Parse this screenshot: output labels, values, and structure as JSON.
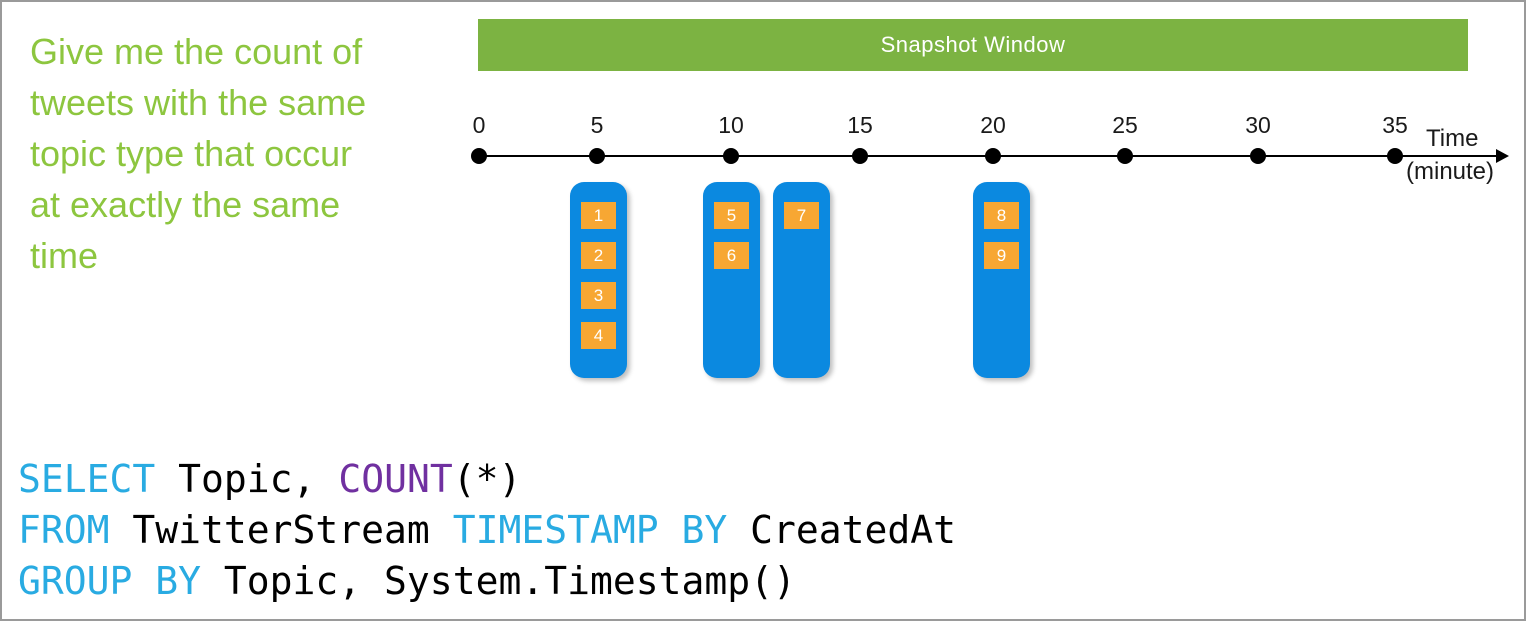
{
  "description": {
    "lines": [
      "Give me the count of",
      "tweets with the same",
      "topic type that occur",
      "at exactly the same",
      "time"
    ]
  },
  "banner": {
    "label": "Snapshot Window"
  },
  "timeline": {
    "tick_labels": [
      "0",
      "5",
      "10",
      "15",
      "20",
      "25",
      "30",
      "35"
    ],
    "axis_label": {
      "line1": "Time",
      "line2": "(minute)"
    }
  },
  "windows": [
    {
      "name": "snapshot-window-at-5",
      "events": [
        "1",
        "2",
        "3",
        "4"
      ]
    },
    {
      "name": "snapshot-window-at-10",
      "events": [
        "5",
        "6"
      ]
    },
    {
      "name": "snapshot-window-at-12",
      "events": [
        "7"
      ]
    },
    {
      "name": "snapshot-window-at-20",
      "events": [
        "8",
        "9"
      ]
    }
  ],
  "code": {
    "lines": [
      [
        {
          "text": "SELECT",
          "type": "kw"
        },
        {
          "text": " Topic, ",
          "type": "pl"
        },
        {
          "text": "COUNT",
          "type": "fn"
        },
        {
          "text": "(*)",
          "type": "pl"
        }
      ],
      [
        {
          "text": "FROM",
          "type": "kw"
        },
        {
          "text": " TwitterStream ",
          "type": "pl"
        },
        {
          "text": "TIMESTAMP BY",
          "type": "kw"
        },
        {
          "text": " CreatedAt",
          "type": "pl"
        }
      ],
      [
        {
          "text": "GROUP BY",
          "type": "kw"
        },
        {
          "text": " Topic, System.Timestamp()",
          "type": "pl"
        }
      ]
    ]
  },
  "colors": {
    "banner_green": "#7CB342",
    "description_green": "#8DC63F",
    "window_blue": "#0B89E0",
    "event_orange": "#F7A733",
    "keyword_cyan": "#29ABE2",
    "function_purple": "#7030A0",
    "axis_black": "#000000"
  }
}
